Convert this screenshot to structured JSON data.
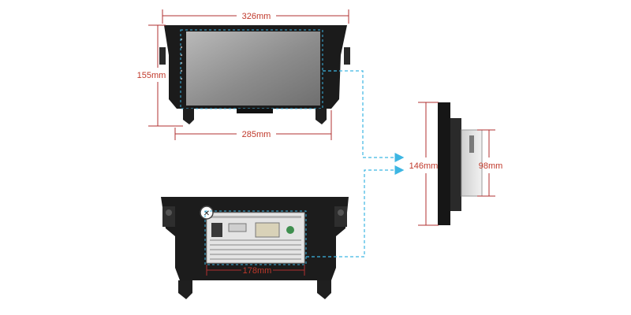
{
  "dimensions": {
    "front_width": "326mm",
    "front_height": "155mm",
    "bezel_bottom_width": "285mm",
    "side_height": "146mm",
    "side_body_height": "98mm",
    "rear_body_width": "178mm"
  },
  "colors": {
    "dimension_line": "#b03030",
    "dimension_text": "#c0392b",
    "guide_line": "#3db6e3",
    "bezel": "#1b1b1b",
    "screen": "#8f8f8f",
    "chassis_panel": "#e4e4e4"
  }
}
